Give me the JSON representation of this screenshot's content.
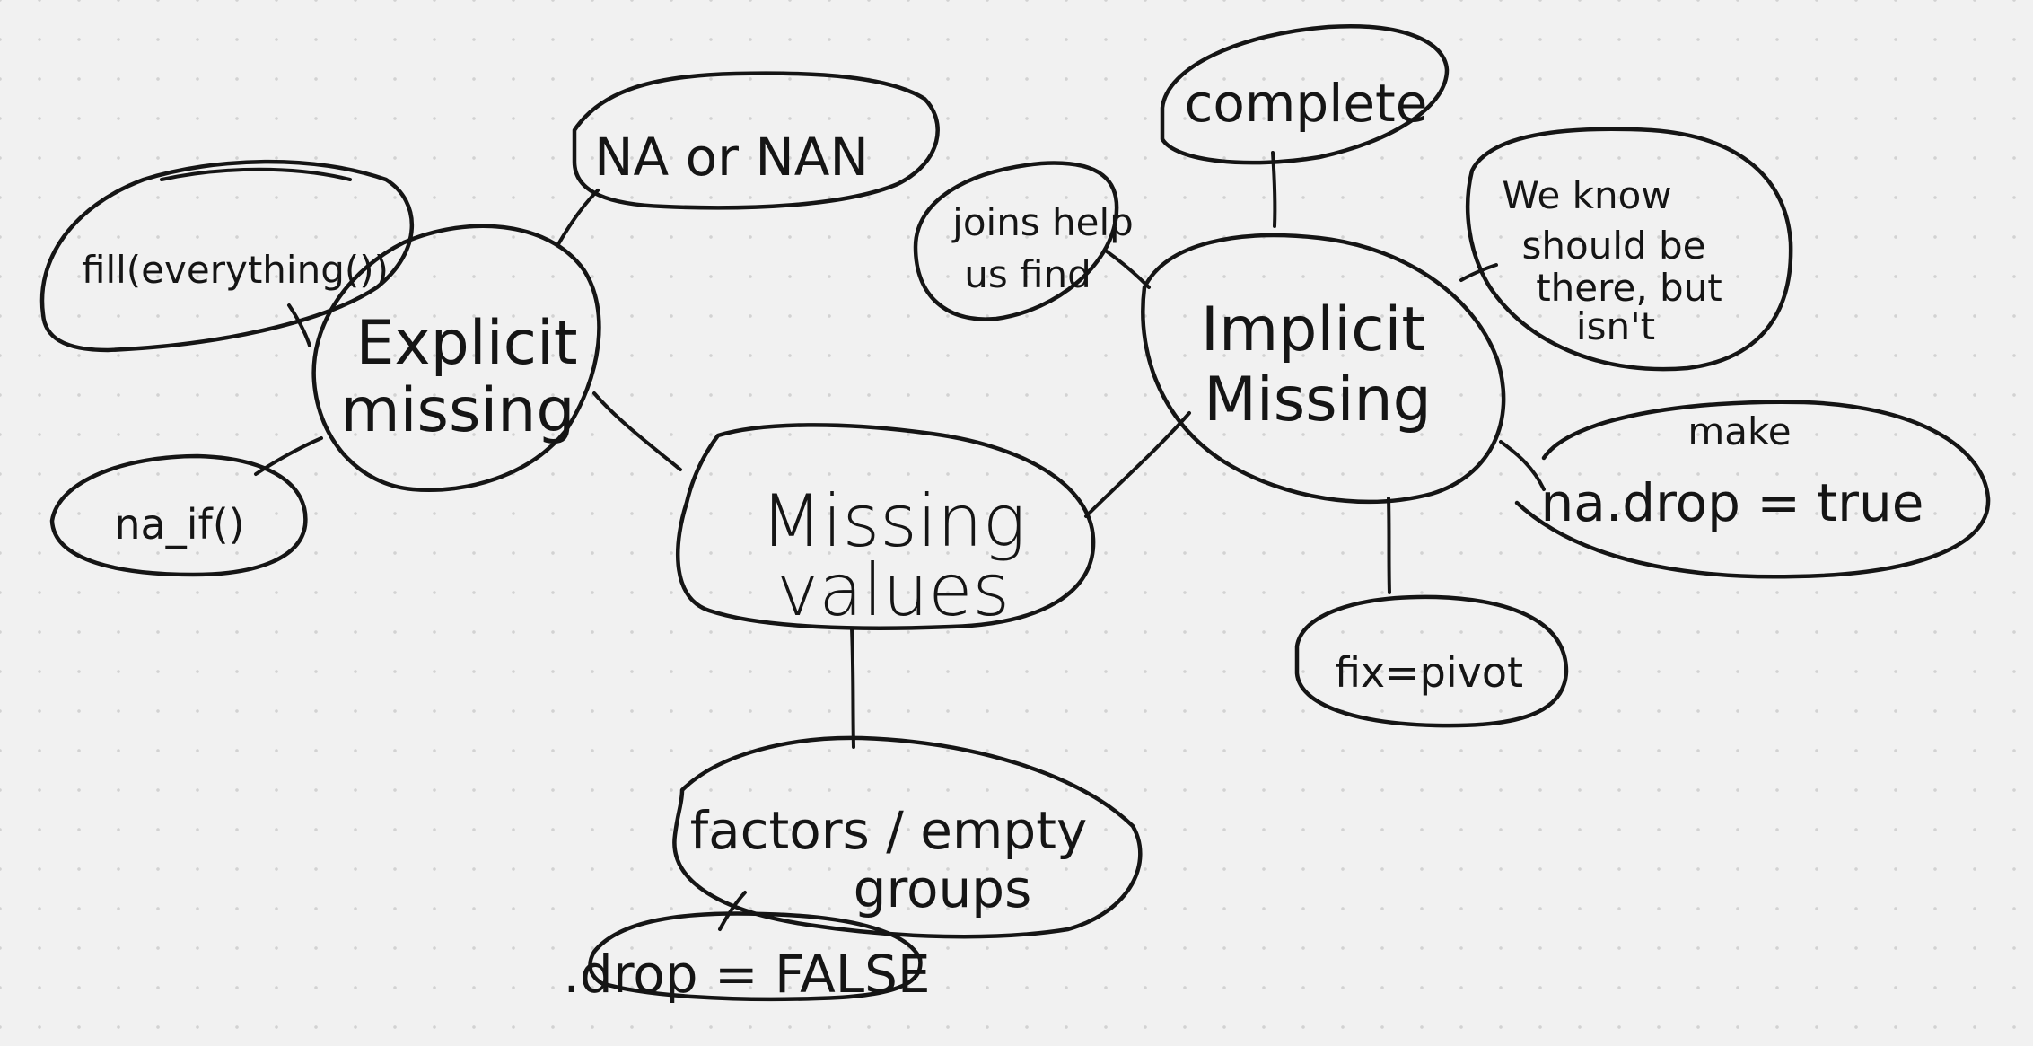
{
  "diagram": {
    "center": {
      "line1": "Missing",
      "line2": "values"
    },
    "explicit": {
      "line1": "Explicit",
      "line2": "missing",
      "notes": {
        "na_nan": "NA or NAN",
        "fill": "fill(everything())",
        "na_if": "na_if()"
      }
    },
    "implicit": {
      "line1": "Implicit",
      "line2": "Missing",
      "notes": {
        "complete": "complete",
        "joins_line1": "joins help",
        "joins_line2": "us find",
        "we_know_line1": "We know",
        "we_know_line2": "should be",
        "we_know_line3": "there, but",
        "we_know_line4": "isn't",
        "make": "make",
        "na_drop": "na.drop = true",
        "fix_pivot": "fix=pivot"
      }
    },
    "factors": {
      "line1": "factors / empty",
      "line2": "groups",
      "notes": {
        "drop_false": ".drop = FALSE"
      }
    }
  }
}
